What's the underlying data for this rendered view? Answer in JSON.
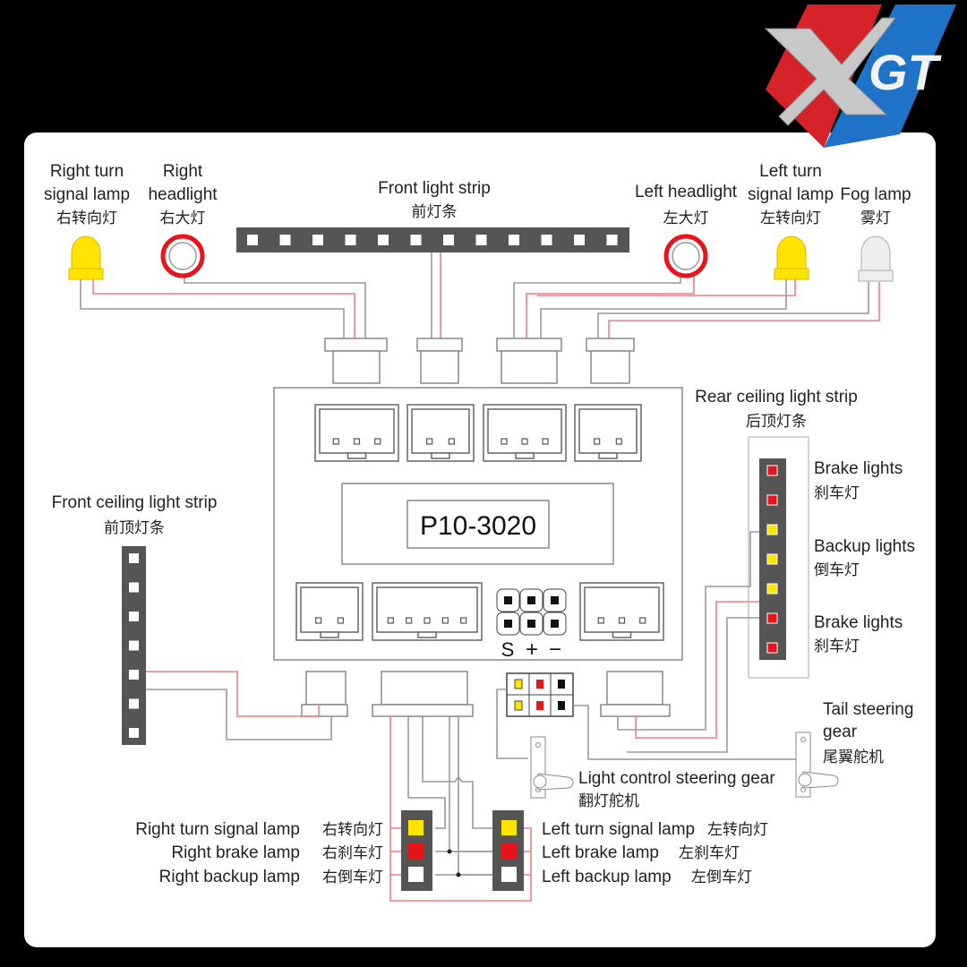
{
  "logo": {
    "text": "XGT",
    "letters_x": "X",
    "letters_gt": "GT"
  },
  "colors": {
    "red": "#e8141b",
    "yellow": "#ffe400",
    "blue": "#1e73c8",
    "strip": "#555555",
    "wire_red": "#ef7f87",
    "wire_gray": "#999999"
  },
  "top_labels": {
    "right_turn": {
      "en1": "Right turn",
      "en2": "signal lamp",
      "cn": "右转向灯"
    },
    "right_headlight": {
      "en1": "Right",
      "en2": "headlight",
      "cn": "右大灯"
    },
    "front_strip": {
      "en": "Front light strip",
      "cn": "前灯条"
    },
    "left_headlight": {
      "en": "Left headlight",
      "cn": "左大灯"
    },
    "left_turn": {
      "en1": "Left turn",
      "en2": "signal lamp",
      "cn": "左转向灯"
    },
    "fog": {
      "en": "Fog lamp",
      "cn": "雾灯"
    }
  },
  "controller": {
    "model": "P10-3020",
    "pin_labels": {
      "s": "S",
      "plus": "+",
      "minus": "−"
    }
  },
  "front_ceiling": {
    "en": "Front ceiling light strip",
    "cn": "前顶灯条"
  },
  "rear_ceiling": {
    "en": "Rear ceiling light strip",
    "cn": "后顶灯条"
  },
  "rear_groups": [
    {
      "en": "Brake lights",
      "cn": "刹车灯"
    },
    {
      "en": "Backup lights",
      "cn": "倒车灯"
    },
    {
      "en": "Brake lights",
      "cn": "刹车灯"
    }
  ],
  "tail_servo": {
    "en1": "Tail steering",
    "en2": "gear",
    "cn": "尾翼舵机"
  },
  "light_servo": {
    "en": "Light control steering gear",
    "cn": "翻灯舵机"
  },
  "rear_lamps": {
    "right": [
      {
        "en": "Right turn signal lamp",
        "cn": "右转向灯"
      },
      {
        "en": "Right brake lamp",
        "cn": "右刹车灯"
      },
      {
        "en": "Right backup lamp",
        "cn": "右倒车灯"
      }
    ],
    "left": [
      {
        "en": "Left turn signal lamp",
        "cn": "左转向灯"
      },
      {
        "en": "Left brake lamp",
        "cn": "左刹车灯"
      },
      {
        "en": "Left backup lamp",
        "cn": "左倒车灯"
      }
    ]
  }
}
